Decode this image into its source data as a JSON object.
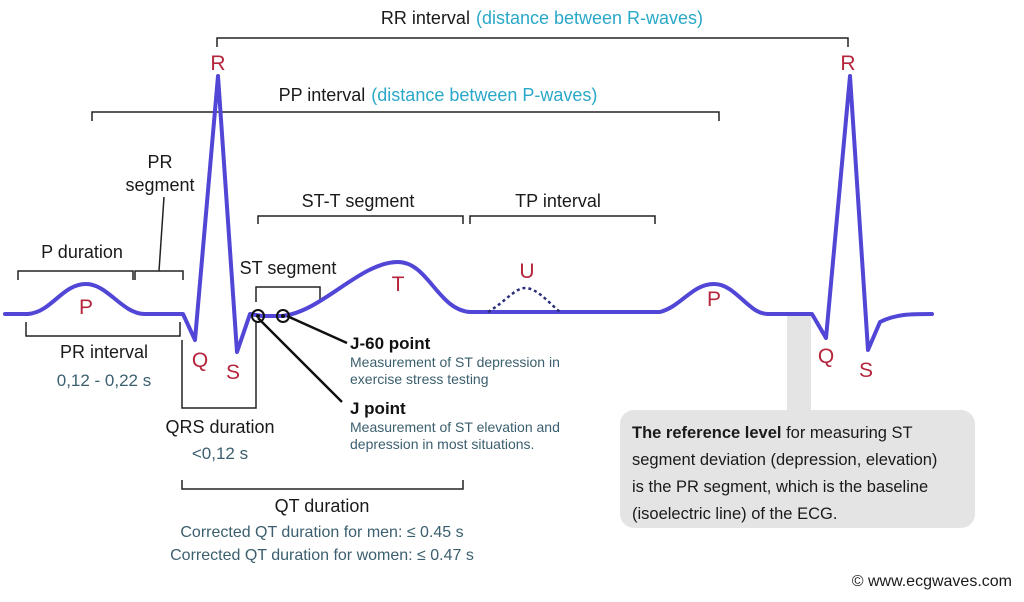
{
  "intervals": {
    "rr": {
      "label": "RR  interval",
      "detail": "(distance between R-waves)"
    },
    "pp": {
      "label": "PP interval",
      "detail": "(distance between P-waves)"
    },
    "pr_segment": {
      "line1": "PR",
      "line2": "segment"
    },
    "st_t_segment": "ST-T segment",
    "tp_interval": "TP interval",
    "p_duration": "P duration",
    "st_segment": "ST segment",
    "pr_interval": {
      "label": "PR interval",
      "value": "0,12 - 0,22 s"
    },
    "qrs_duration": {
      "label": "QRS duration",
      "value": "<0,12 s"
    },
    "qt_duration": {
      "label": "QT duration",
      "men": "Corrected QT duration for men: ≤ 0.45 s",
      "women": "Corrected QT duration for women: ≤ 0.47 s"
    }
  },
  "waves": {
    "P": "P",
    "Q": "Q",
    "R": "R",
    "S": "S",
    "T": "T",
    "U": "U",
    "R2": "R",
    "P2": "P",
    "Q2": "Q",
    "S2": "S"
  },
  "points": {
    "j60": {
      "title": "J-60 point",
      "line1": "Measurement of ST depression in",
      "line2": "exercise stress testing"
    },
    "j": {
      "title": "J point",
      "line1": "Measurement of ST elevation and",
      "line2": "depression in most situations."
    }
  },
  "reference_note": {
    "bold": "The reference level",
    "line1_rest": " for measuring ST",
    "line2": "segment deviation (depression, elevation)",
    "line3": "is the PR segment, which is the baseline",
    "line4": "(isoelectric line) of the ECG."
  },
  "copyright": "© www.ecgwaves.com",
  "colors": {
    "trace": "#5146d6",
    "wave_letters": "#b5263c",
    "detail_text": "#2aa8c8",
    "value_text": "#3b5f6e",
    "note_box": "#e4e4e4"
  }
}
